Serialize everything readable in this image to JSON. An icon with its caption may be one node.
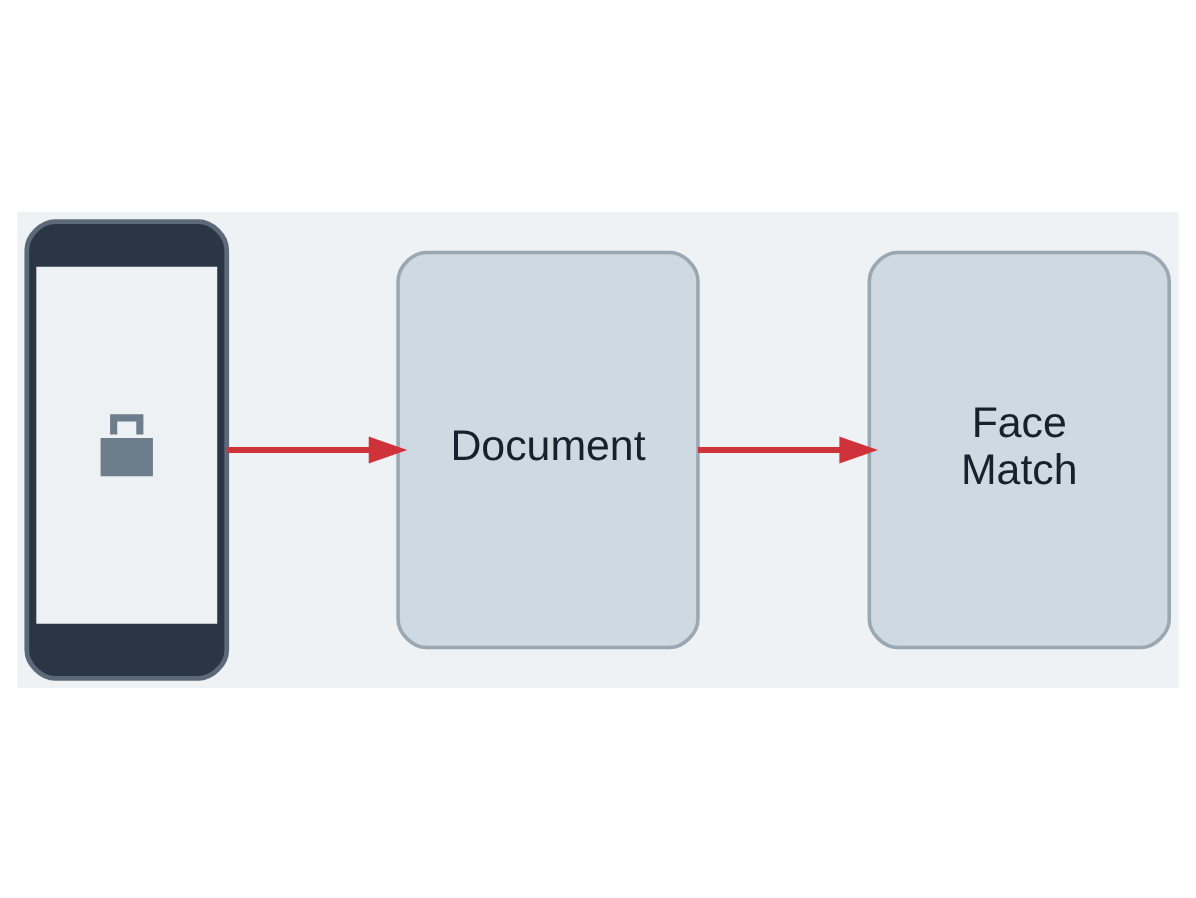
{
  "diagram": {
    "nodes": [
      {
        "text": [],
        "shape": "phone"
      },
      {
        "text": [
          "Document"
        ]
      },
      {
        "text": [
          "Face Match"
        ]
      }
    ],
    "edges": [
      {
        "from": 0,
        "to": 1,
        "arrow": "to"
      },
      {
        "from": 1,
        "to": 2,
        "arrow": "to"
      }
    ]
  }
}
